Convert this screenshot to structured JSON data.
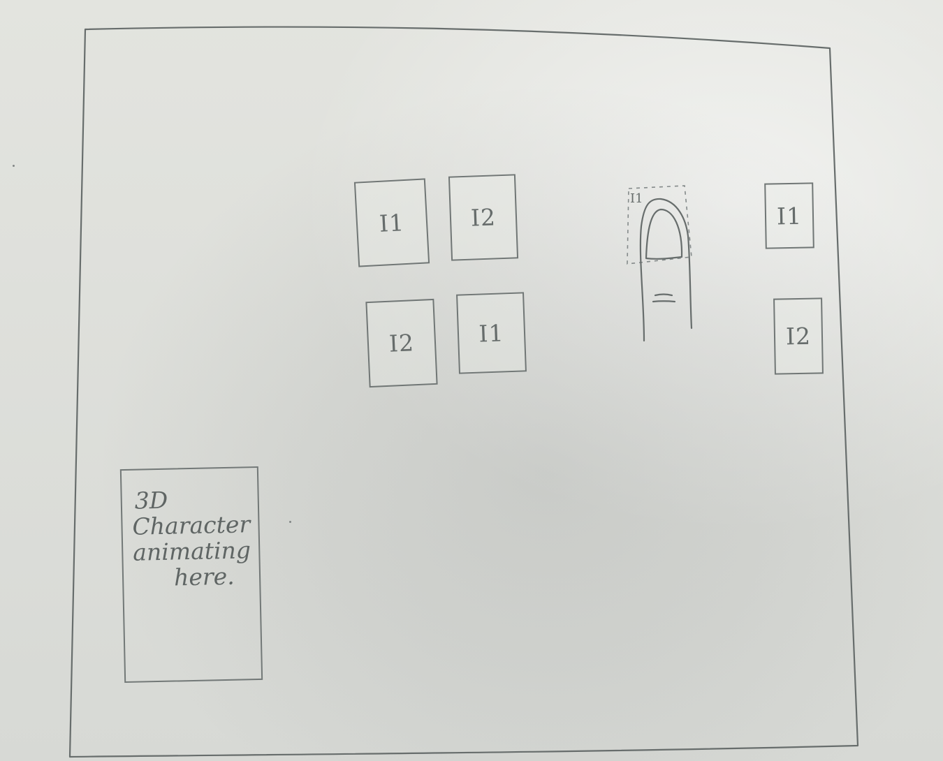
{
  "screen": {
    "tiles": [
      {
        "label": "I1"
      },
      {
        "label": "I2"
      },
      {
        "label": "I2"
      },
      {
        "label": "I1"
      },
      {
        "label": "I1"
      },
      {
        "label": "I2"
      }
    ],
    "drag_label": "I1",
    "character_preview": {
      "lines": [
        "3D",
        "Character",
        "animating",
        "here."
      ]
    }
  },
  "icons": {
    "pointer": "finger-pointer-icon"
  }
}
